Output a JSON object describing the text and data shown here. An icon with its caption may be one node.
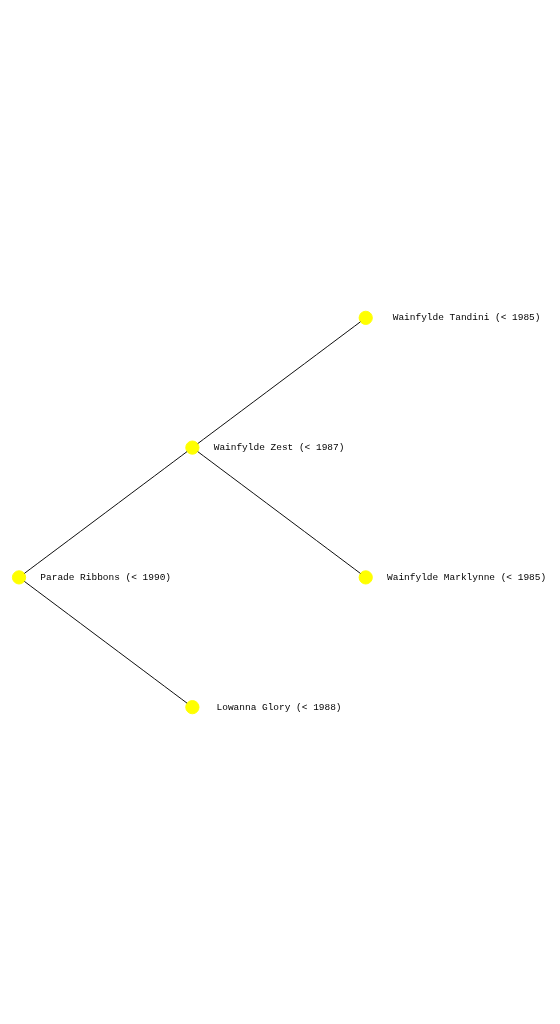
{
  "diagram": {
    "nodes": [
      {
        "text": [],
        "shape": "circle",
        "beside": [
          "Wainfylde Tandini (< 1985)"
        ]
      },
      {
        "text": [],
        "shape": "circle",
        "beside": [
          "Wainfylde Zest (< 1987)"
        ]
      },
      {
        "text": [],
        "shape": "circle",
        "beside": [
          "Wainfylde Marklynne (< 1985)"
        ]
      },
      {
        "text": [],
        "shape": "circle",
        "beside": [
          "Parade Ribbons (< 1990)"
        ]
      },
      {
        "text": [],
        "shape": "circle",
        "beside": [
          "Lowanna Glory (< 1988)"
        ]
      }
    ],
    "edges": [
      {
        "from": 1,
        "to": 0,
        "arrow": "none"
      },
      {
        "from": 1,
        "to": 2,
        "arrow": "none"
      },
      {
        "from": 3,
        "to": 1,
        "arrow": "none"
      },
      {
        "from": 3,
        "to": 4,
        "arrow": "none"
      }
    ]
  }
}
